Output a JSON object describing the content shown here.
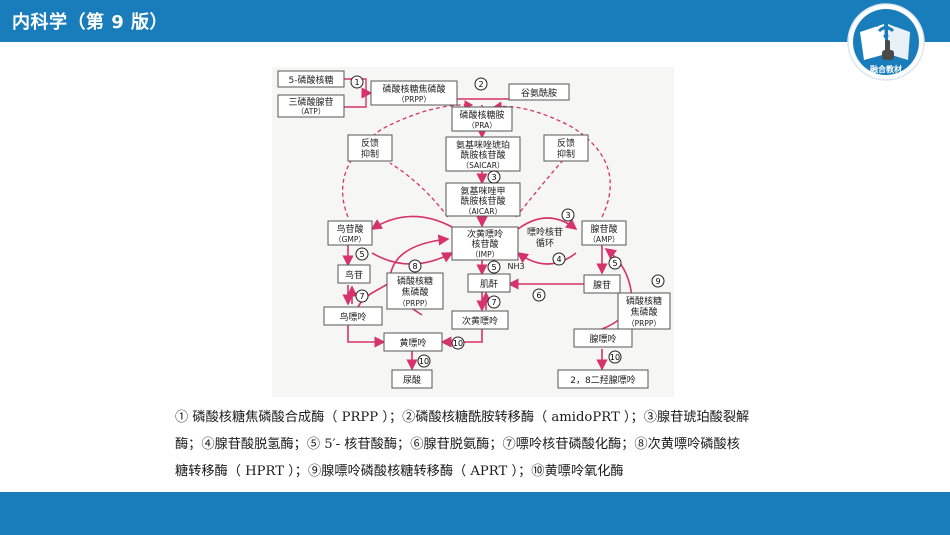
{
  "header": {
    "title": "内科学（第 9 版）"
  },
  "logo": {
    "label": "融合教材",
    "icon": "wifi-hand-icon",
    "colors": {
      "ring": "#1a7dbb",
      "book": "#ffffff"
    }
  },
  "colors": {
    "bar": "#1a7dbb",
    "arrow": "#d6336c",
    "box": "#555555"
  },
  "diagram": {
    "boxes": {
      "r5p": "5-磷酸核糖",
      "atp": [
        "三磷酸腺苷",
        "（ATP）"
      ],
      "prpp_top": [
        "磷酸核糖焦磷酸",
        "（PRPP）"
      ],
      "gln": "谷氨酰胺",
      "pra": [
        "磷酸核糖胺",
        "（PRA）"
      ],
      "saicar": [
        "氨基咪唑琥珀",
        "酰胺核苷酸",
        "（SAICAR）"
      ],
      "aicar": [
        "氨基咪唑甲",
        "酰胺核苷酸",
        "（AICAR）"
      ],
      "fb_left": [
        "反馈",
        "抑制"
      ],
      "fb_right": [
        "反馈",
        "抑制"
      ],
      "gmp": [
        "鸟苷酸",
        "（GMP）"
      ],
      "imp": [
        "次黄嘌呤",
        "核苷酸",
        "（IMP）"
      ],
      "amp": [
        "腺苷酸",
        "（AMP）"
      ],
      "cycle": [
        "嘌呤核苷",
        "循环"
      ],
      "guanosine": "鸟苷",
      "inosine": "肌酐",
      "adenosine": "腺苷",
      "prpp_left": [
        "磷酸核糖",
        "焦磷酸",
        "（PRPP）"
      ],
      "prpp_right": [
        "磷酸核糖",
        "焦磷酸",
        "（PRPP）"
      ],
      "guanine": "鸟嘌呤",
      "hypoxanthine": "次黄嘌呤",
      "adenine": "腺嘌呤",
      "xanthine": "黄嘌呤",
      "uric": "尿酸",
      "dha": "2，8二羟腺嘌呤",
      "nh3": "NH3"
    },
    "markers": {
      "m1": "1",
      "m2": "2",
      "m3a": "3",
      "m3b": "3",
      "m4": "4",
      "m5a": "5",
      "m5b": "5",
      "m5c": "5",
      "m6": "6",
      "m7a": "7",
      "m7b": "7",
      "m8": "8",
      "m9": "9",
      "m10a": "10",
      "m10b": "10"
    }
  },
  "caption": {
    "line1": "① 磷酸核糖焦磷酸合成酶（ PRPP ）；②磷酸核糖酰胺转移酶（ amidoPRT ）；③腺苷琥珀酸裂解",
    "line2": "酶；④腺苷酸脱氢酶；⑤ 5′- 核苷酸酶；⑥腺苷脱氨酶；⑦嘌呤核苷磷酸化酶；⑧次黄嘌呤磷酸核",
    "line3": "糖转移酶（ HPRT ）；⑨腺嘌呤磷酸核糖转移酶（ APRT ）；⑩黄嘌呤氧化酶"
  }
}
